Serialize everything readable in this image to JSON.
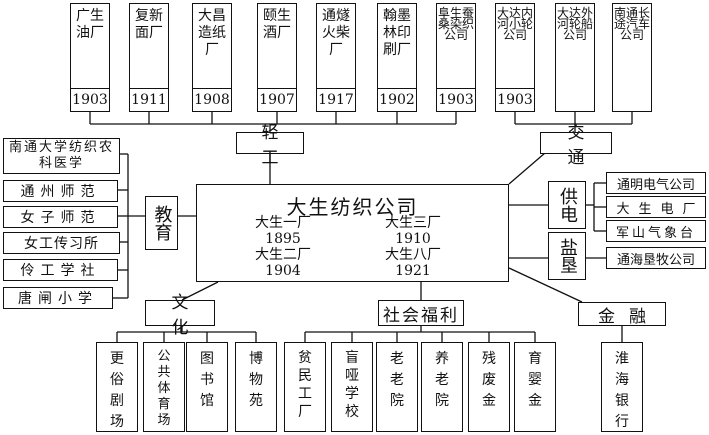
{
  "top_factories": [
    {
      "name": "广生油厂",
      "year": "1903"
    },
    {
      "name": "复新面厂",
      "year": "1911"
    },
    {
      "name": "大昌造纸厂",
      "year": "1908"
    },
    {
      "name": "颐生酒厂",
      "year": "1907"
    },
    {
      "name": "通燧火柴厂",
      "year": "1917"
    },
    {
      "name": "翰墨林印刷厂",
      "year": "1902"
    },
    {
      "name": "阜生蚕桑染织公司",
      "year": "1903"
    }
  ],
  "transport_companies": [
    {
      "name": "大达内河小轮公司",
      "year": "1903"
    },
    {
      "name": "大达外河轮船公司",
      "year": ""
    },
    {
      "name": "南通长途汽车公司",
      "year": ""
    }
  ],
  "categories": {
    "light_industry": "轻工",
    "transport": "交通",
    "education": "教育",
    "power": "供电",
    "reclamation": "盐垦",
    "culture": "文化",
    "welfare": "社会福利",
    "finance": "金融"
  },
  "center": {
    "title": "大生纺织公司",
    "mills": [
      {
        "name": "大生一厂",
        "year": "1895"
      },
      {
        "name": "大生三厂",
        "year": "1910"
      },
      {
        "name": "大生二厂",
        "year": "1904"
      },
      {
        "name": "大生八厂",
        "year": "1921"
      }
    ]
  },
  "education_items": [
    "南通大学纺织农科医学",
    "通州师范",
    "女子师范",
    "女工传习所",
    "伶工学社",
    "唐闸小学"
  ],
  "power_items": [
    "通明电气公司",
    "大生电厂",
    "军山气象台"
  ],
  "reclamation_items": [
    "通海垦牧公司"
  ],
  "culture_items": [
    "更俗剧场",
    "公共体育场",
    "图书馆",
    "博物苑"
  ],
  "welfare_items": [
    "贫民工厂",
    "盲哑学校",
    "老老院",
    "养老院",
    "残废金",
    "育婴金"
  ],
  "finance_items": [
    "淮海银行"
  ]
}
